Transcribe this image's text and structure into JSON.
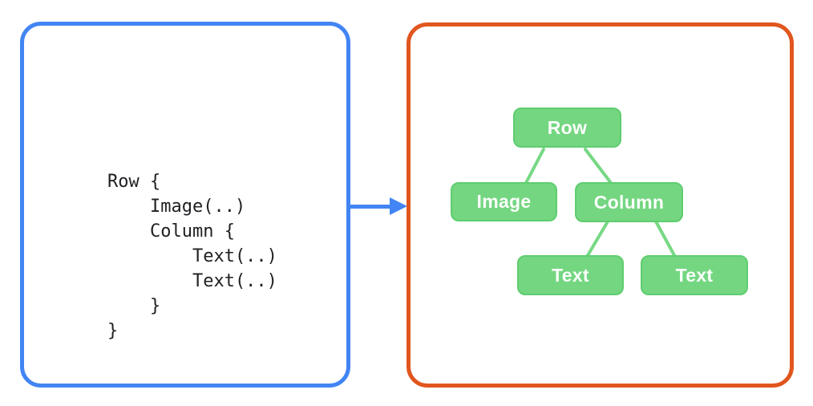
{
  "colors": {
    "blue": "#4285F4",
    "orange": "#E1561E",
    "node-fill": "#74D681",
    "node-border": "#5FCD70",
    "edge": "#77D884",
    "code-text": "#202124"
  },
  "code_panel": {
    "code": "Row {\n    Image(..)\n    Column {\n        Text(..)\n        Text(..)\n    }\n}"
  },
  "tree_panel": {
    "nodes": [
      {
        "id": "row",
        "label": "Row",
        "parent": null
      },
      {
        "id": "image",
        "label": "Image",
        "parent": "row"
      },
      {
        "id": "column",
        "label": "Column",
        "parent": "row"
      },
      {
        "id": "text-1",
        "label": "Text",
        "parent": "column"
      },
      {
        "id": "text-2",
        "label": "Text",
        "parent": "column"
      }
    ]
  }
}
